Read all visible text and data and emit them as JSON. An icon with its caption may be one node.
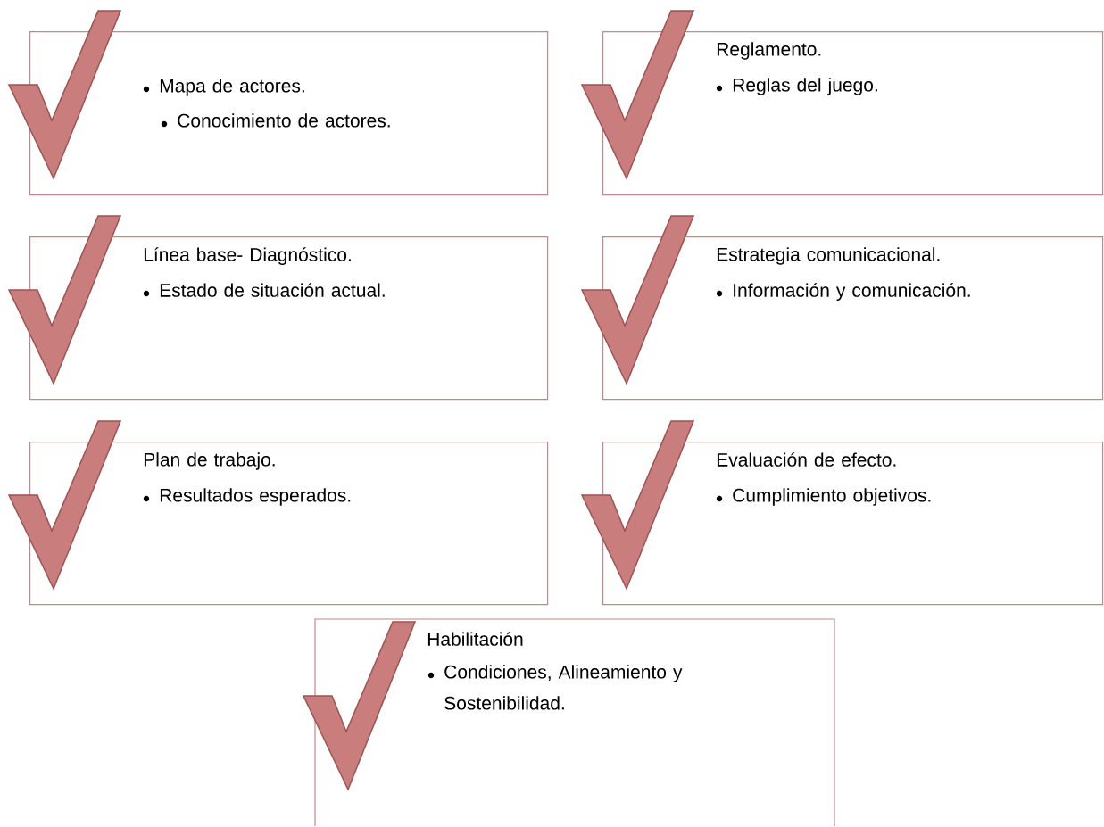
{
  "diagram": {
    "nodes": [
      {
        "text": [
          "Mapa de actores.",
          "Conocimiento de actores."
        ]
      },
      {
        "text": [
          "Reglamento.",
          "Reglas del juego."
        ]
      },
      {
        "text": [
          "Línea base- Diagnóstico.",
          "Estado de situación actual."
        ]
      },
      {
        "text": [
          "Estrategia comunicacional.",
          "Información y comunicación."
        ]
      },
      {
        "text": [
          "Plan de trabajo.",
          "Resultados esperados."
        ]
      },
      {
        "text": [
          "Evaluación de efecto.",
          "Cumplimiento objetivos."
        ]
      },
      {
        "text": [
          "Habilitación",
          "Condiciones, Alineamiento y Sostenibilidad."
        ]
      }
    ]
  }
}
